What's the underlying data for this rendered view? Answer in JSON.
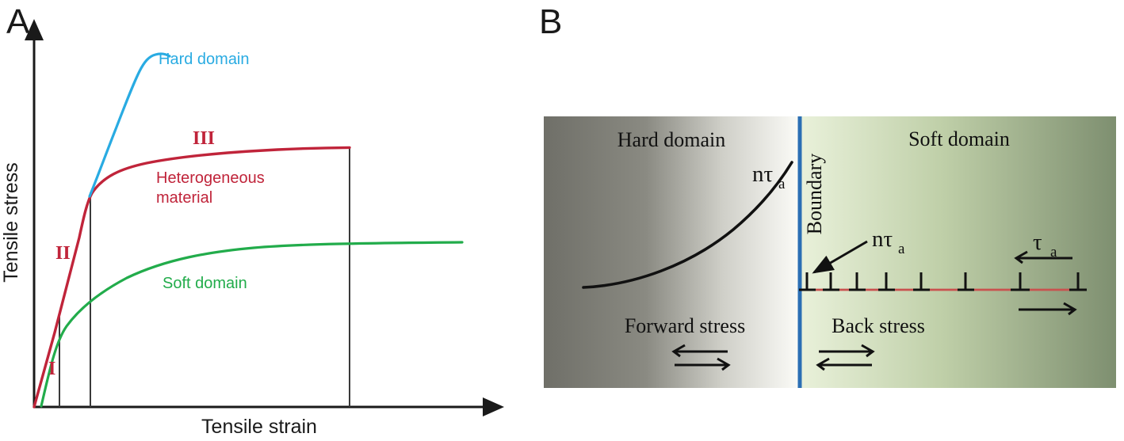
{
  "panels": [
    {
      "letter": "A"
    },
    {
      "letter": "B"
    }
  ],
  "panelA": {
    "letter": "A",
    "xlabel": "Tensile strain",
    "ylabel": "Tensile stress",
    "curves": {
      "hard": {
        "label": "Hard domain",
        "color": "#29abe2"
      },
      "hetero": {
        "label": "Heterogeneous\nmaterial",
        "label_line1": "Heterogeneous",
        "label_line2": "material",
        "color": "#c0243a"
      },
      "soft": {
        "label": "Soft domain",
        "color": "#22ac4b"
      }
    },
    "stages": [
      {
        "label": "I"
      },
      {
        "label": "II"
      },
      {
        "label": "III"
      }
    ]
  },
  "panelB": {
    "letter": "B",
    "hard_domain_label": "Hard domain",
    "soft_domain_label": "Soft domain",
    "boundary_label": "Boundary",
    "forward_stress_label": "Forward stress",
    "back_stress_label": "Back stress",
    "pileup_stress_symbol": {
      "base": "nτ",
      "sub": "a"
    },
    "hard_side_stress_symbol": {
      "base": "nτ",
      "sub": "a"
    },
    "applied_stress_symbol": {
      "base": "τ",
      "sub": "a"
    },
    "dislocation_glyph": "⊥",
    "dislocation_count": 8,
    "colors": {
      "boundary_line": "#2b6fb4",
      "slip_plane": "#c9524f",
      "hard_dark": "#6f6f68",
      "hard_light": "#fbfbf7",
      "soft_light": "#e4eed2",
      "soft_dark": "#7e8f70"
    }
  },
  "chart_data": {
    "type": "line",
    "title": "",
    "xlabel": "Tensile strain",
    "ylabel": "Tensile stress",
    "xlim": [
      0,
      1
    ],
    "ylim": [
      0,
      1
    ],
    "grid": false,
    "legend": "inline-labels",
    "annotations": [
      "I",
      "II",
      "III"
    ],
    "series": [
      {
        "name": "Hard domain",
        "color": "#29abe2",
        "x": [
          0.02,
          0.05,
          0.08,
          0.1,
          0.13,
          0.16,
          0.19,
          0.22,
          0.25,
          0.27
        ],
        "y": [
          0.18,
          0.33,
          0.47,
          0.56,
          0.68,
          0.78,
          0.86,
          0.92,
          0.95,
          0.945
        ]
      },
      {
        "name": "Heterogeneous material",
        "color": "#c0243a",
        "x": [
          0.0,
          0.03,
          0.06,
          0.08,
          0.1,
          0.13,
          0.16,
          0.25,
          0.4,
          0.55,
          0.7,
          0.72
        ],
        "y": [
          0.0,
          0.13,
          0.27,
          0.36,
          0.43,
          0.55,
          0.6,
          0.63,
          0.655,
          0.665,
          0.67,
          0.67
        ]
      },
      {
        "name": "Soft domain",
        "color": "#22ac4b",
        "x": [
          0.02,
          0.05,
          0.08,
          0.12,
          0.18,
          0.28,
          0.4,
          0.55,
          0.7,
          0.9,
          0.96
        ],
        "y": [
          0.14,
          0.24,
          0.29,
          0.33,
          0.37,
          0.41,
          0.435,
          0.45,
          0.455,
          0.46,
          0.46
        ]
      }
    ]
  }
}
